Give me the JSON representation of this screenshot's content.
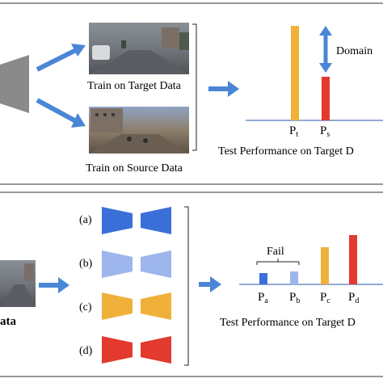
{
  "top_panel": {
    "target_caption": "Train on Target Data",
    "source_caption": "Train on Source Data",
    "gap_label": "Domain",
    "chart_title": "Test Performance on Target D",
    "pt_main": "P",
    "pt_sub": "t",
    "ps_main": "P",
    "ps_sub": "s"
  },
  "bottom_panel": {
    "data_label": "ata",
    "rows": [
      {
        "label": "(a)",
        "color": "#3b6fd8"
      },
      {
        "label": "(b)",
        "color": "#9db6ec"
      },
      {
        "label": "(c)",
        "color": "#f0b13a"
      },
      {
        "label": "(d)",
        "color": "#e23a2e"
      }
    ],
    "fail_label": "Fail",
    "chart_title": "Test Performance on Target D",
    "pa_main": "P",
    "pa_sub": "a",
    "pb_main": "P",
    "pb_sub": "b",
    "pc_main": "P",
    "pc_sub": "c",
    "pd_main": "P",
    "pd_sub": "d"
  },
  "colors": {
    "arrow": "#4a86d6",
    "orange": "#f0b13a",
    "red": "#e23a2e",
    "light_blue": "#8fb0ea",
    "baseline": "#6f8fc8",
    "panel_border": "#555555"
  },
  "chart_data": [
    {
      "type": "bar",
      "categories": [
        "Pt",
        "Ps"
      ],
      "values": [
        0.85,
        0.5
      ],
      "title": "Test Performance on Target D",
      "annotations": [
        "Domain"
      ]
    },
    {
      "type": "bar",
      "categories": [
        "Pa",
        "Pb",
        "Pc",
        "Pd"
      ],
      "values": [
        0.13,
        0.14,
        0.42,
        0.6
      ],
      "title": "Test Performance on Target D",
      "annotations": [
        "Fail"
      ]
    }
  ]
}
